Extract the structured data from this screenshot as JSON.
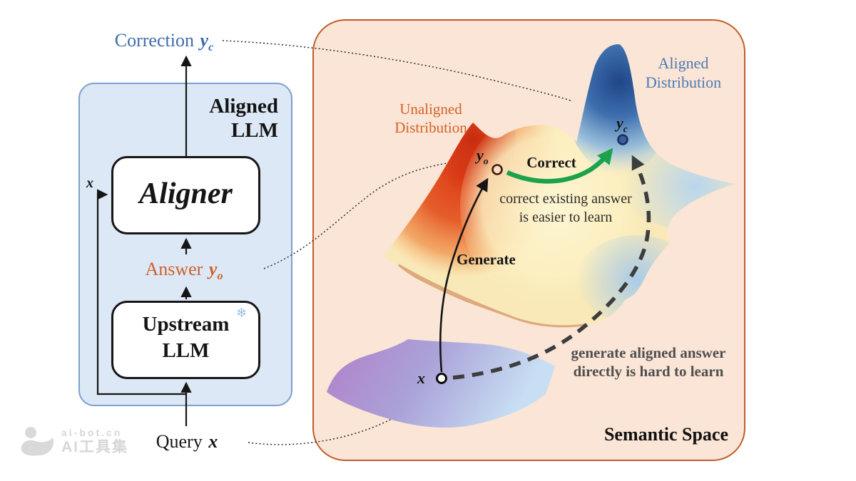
{
  "pipeline": {
    "correction": {
      "text": "Correction",
      "var": "y",
      "sub": "c"
    },
    "container_title_line1": "Aligned",
    "container_title_line2": "LLM",
    "aligner": "Aligner",
    "x_branch": "x",
    "answer": {
      "text": "Answer",
      "var": "y",
      "sub": "o"
    },
    "upstream_line1": "Upstream",
    "upstream_line2": "LLM",
    "frozen_icon": "❄",
    "query": {
      "text": "Query",
      "var": "x"
    }
  },
  "semantic_space": {
    "unaligned_line1": "Unaligned",
    "unaligned_line2": "Distribution",
    "aligned_line1": "Aligned",
    "aligned_line2": "Distribution",
    "y_o": {
      "var": "y",
      "sub": "o"
    },
    "y_c": {
      "var": "y",
      "sub": "c"
    },
    "x_point": "x",
    "correct_arrow": "Correct",
    "generate_arrow": "Generate",
    "correct_note_line1": "correct existing answer",
    "correct_note_line2": "is easier to learn",
    "generate_note_line1": "generate aligned answer",
    "generate_note_line2": "directly is hard to learn",
    "title": "Semantic Space"
  },
  "watermark": {
    "site": "ai-bot.cn",
    "name": "AI工具集"
  },
  "colors": {
    "correction_text": "#3e6dab",
    "answer_text": "#cf5f2c",
    "unaligned_label": "#d2622a",
    "aligned_label": "#4e7ab1",
    "green_arrow": "#1ba24b",
    "dashed_arrow": "#3d3d3d",
    "blue_box_fill": "#dce8f5",
    "blue_box_border": "#7e9fd0",
    "orange_box_fill": "#fbe5d6",
    "orange_box_border": "#bf5d2a",
    "red_peak": "#d63418",
    "blue_peak": "#1f4688",
    "purple_surface": "#b086cc"
  }
}
